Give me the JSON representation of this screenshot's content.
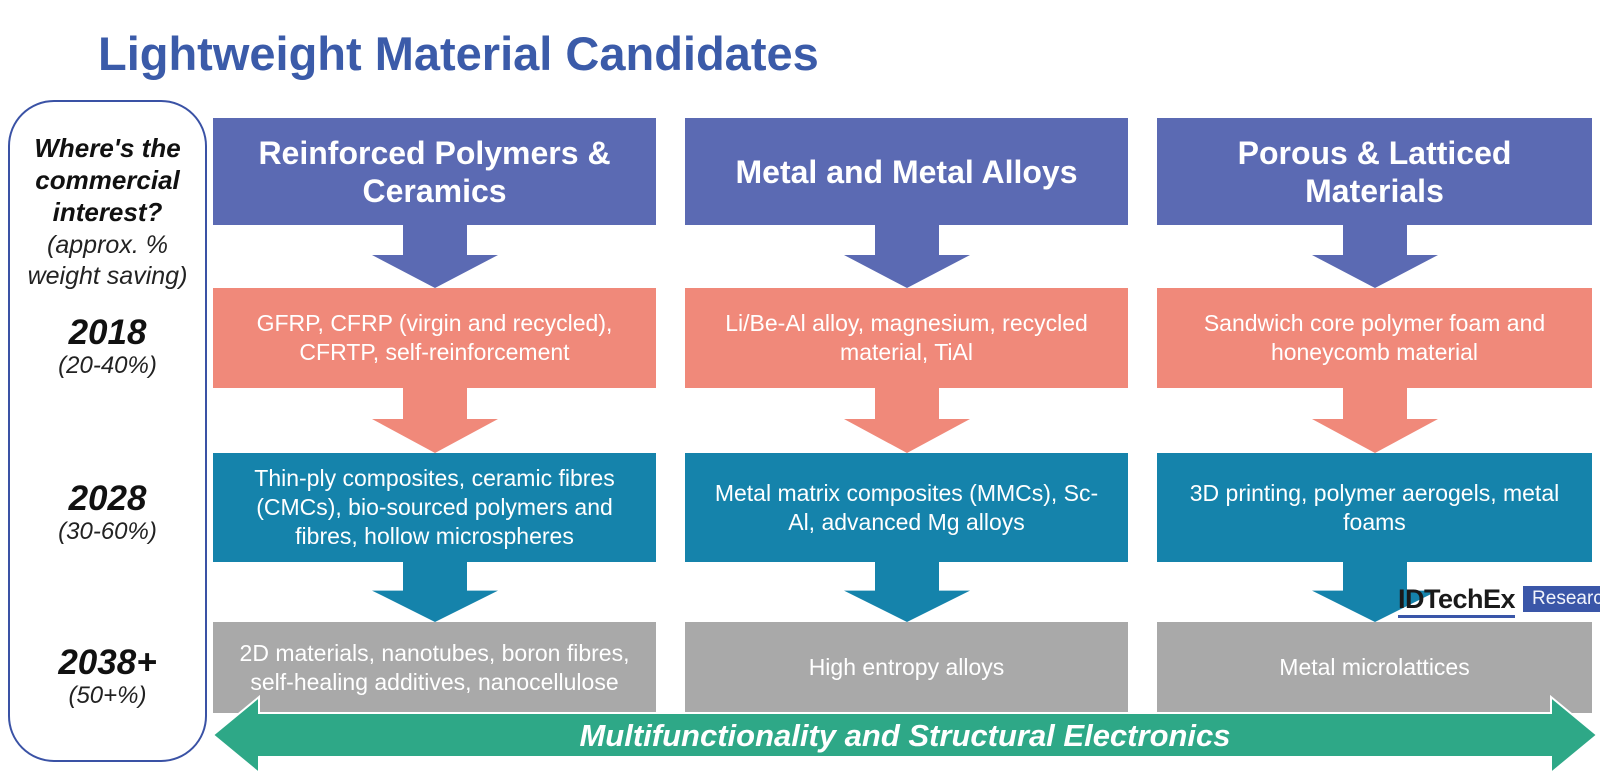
{
  "title": "Lightweight Material Candidates",
  "sidebar": {
    "heading": "Where's the commercial interest?",
    "subheading": "(approx. % weight saving)",
    "milestones": [
      {
        "year": "2018",
        "range": "(20-40%)"
      },
      {
        "year": "2028",
        "range": "(30-60%)"
      },
      {
        "year": "2038+",
        "range": "(50+%)"
      }
    ]
  },
  "columns": [
    {
      "header": "Reinforced Polymers & Ceramics",
      "boxes": {
        "y2018": "GFRP, CFRP (virgin and recycled), CFRTP, self-reinforcement",
        "y2028": "Thin-ply composites, ceramic fibres (CMCs), bio-sourced polymers and fibres, hollow microspheres",
        "y2038": "2D materials, nanotubes, boron fibres, self-healing additives, nanocellulose"
      }
    },
    {
      "header": "Metal and Metal Alloys",
      "boxes": {
        "y2018": "Li/Be-Al alloy, magnesium, recycled material, TiAl",
        "y2028": "Metal matrix composites (MMCs), Sc-Al, advanced Mg alloys",
        "y2038": "High entropy alloys"
      }
    },
    {
      "header": "Porous & Latticed Materials",
      "boxes": {
        "y2018": "Sandwich core polymer foam and honeycomb material",
        "y2028": "3D printing, polymer aerogels, metal foams",
        "y2038": "Metal microlattices"
      }
    }
  ],
  "bottom_arrow": {
    "label": "Multifunctionality and Structural Electronics"
  },
  "logo": {
    "brand": "IDTechEx",
    "division": "Research"
  },
  "colors": {
    "title_blue": "#3b5ba9",
    "header_purple": "#5b6ab3",
    "coral_2018": "#f0897a",
    "teal_2028": "#1583ab",
    "gray_2038": "#a9a9a9",
    "green_arrow": "#2ea887",
    "sidebar_border": "#3a52a5",
    "logo_blue": "#3a56a8"
  }
}
